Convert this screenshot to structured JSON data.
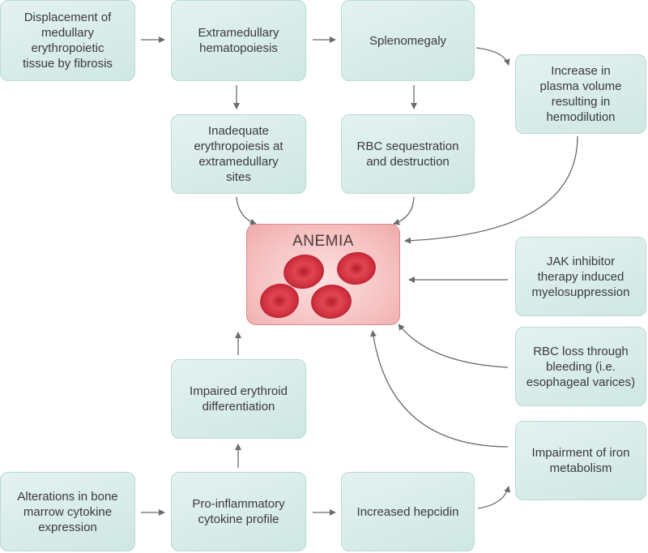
{
  "boxes": {
    "displacement": "Displacement of\nmedullary\nerythropoietic\ntissue by fibrosis",
    "extramedullary_hematopoiesis": "Extramedullary\nhematopoiesis",
    "splenomegaly": "Splenomegaly",
    "plasma_volume": "Increase in\nplasma volume\nresulting in\nhemodilution",
    "inadequate_erythropoiesis": "Inadequate\nerythropoiesis at\nextramedullary\nsites",
    "rbc_sequestration": "RBC sequestration\nand destruction",
    "jak_inhibitor": "JAK inhibitor\ntherapy induced\nmyelosuppression",
    "rbc_loss": "RBC loss through\nbleeding (i.e.\nesophageal varices)",
    "impaired_erythroid": "Impaired erythroid\ndifferentiation",
    "iron_metabolism": "Impairment of iron\nmetabolism",
    "cytokine_expression": "Alterations in bone\nmarrow cytokine\nexpression",
    "proinflammatory": "Pro-inflammatory\ncytokine profile",
    "hepcidin": "Increased hepcidin"
  },
  "center": {
    "title": "ANEMIA"
  },
  "colors": {
    "box_fill": "#d6ebe8",
    "arrow": "#6b6b6b",
    "cell": "#d93b4a"
  }
}
